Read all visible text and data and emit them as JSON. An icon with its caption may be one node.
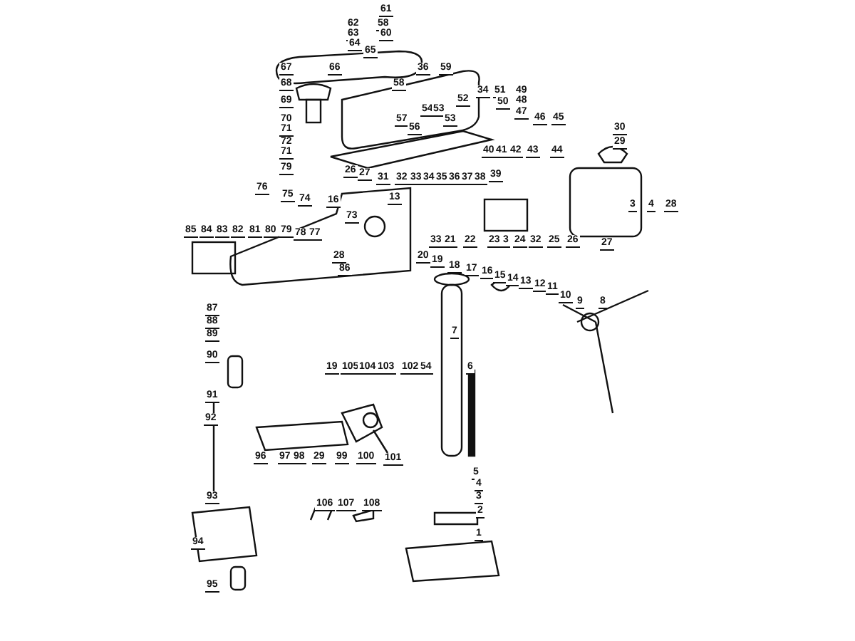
{
  "diagram": {
    "labels": [
      "61",
      "62",
      "58",
      "63",
      "60",
      "64",
      "65",
      "67",
      "66",
      "36",
      "59",
      "68",
      "58",
      "34",
      "51",
      "49",
      "69",
      "52",
      "50",
      "48",
      "54",
      "53",
      "47",
      "70",
      "57",
      "53",
      "46",
      "45",
      "71",
      "56",
      "30",
      "72",
      "29",
      "71",
      "40",
      "41",
      "42",
      "43",
      "44",
      "79",
      "26",
      "27",
      "31",
      "32",
      "33",
      "34",
      "35",
      "36",
      "37",
      "38",
      "39",
      "76",
      "75",
      "74",
      "16",
      "13",
      "3",
      "4",
      "28",
      "73",
      "85",
      "84",
      "83",
      "82",
      "81",
      "80",
      "79",
      "78",
      "77",
      "33",
      "21",
      "22",
      "23",
      "3",
      "24",
      "32",
      "25",
      "26",
      "27",
      "28",
      "86",
      "20",
      "19",
      "18",
      "17",
      "16",
      "15",
      "14",
      "13",
      "12",
      "11",
      "10",
      "9",
      "8",
      "87",
      "88",
      "89",
      "7",
      "90",
      "19",
      "105",
      "104",
      "103",
      "102",
      "54",
      "6",
      "91",
      "92",
      "96",
      "97",
      "98",
      "29",
      "99",
      "100",
      "101",
      "5",
      "4",
      "93",
      "3",
      "106",
      "107",
      "108",
      "2",
      "1",
      "94",
      "95"
    ]
  }
}
